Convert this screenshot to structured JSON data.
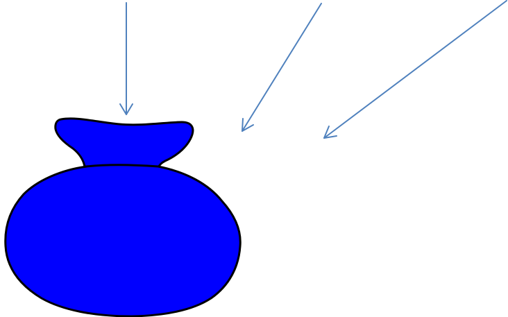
{
  "colors": {
    "background": "#ffffff",
    "sack_fill": "#0000ff",
    "sack_outline": "#000000",
    "arrow": "#4f81bd"
  },
  "diagram": {
    "objects": [
      {
        "type": "blue-sack",
        "parts": [
          "sack-neck",
          "sack-body"
        ]
      }
    ],
    "arrows": [
      {
        "direction": "down",
        "target": "sack-neck"
      },
      {
        "direction": "down-left"
      },
      {
        "direction": "down-left"
      }
    ]
  }
}
